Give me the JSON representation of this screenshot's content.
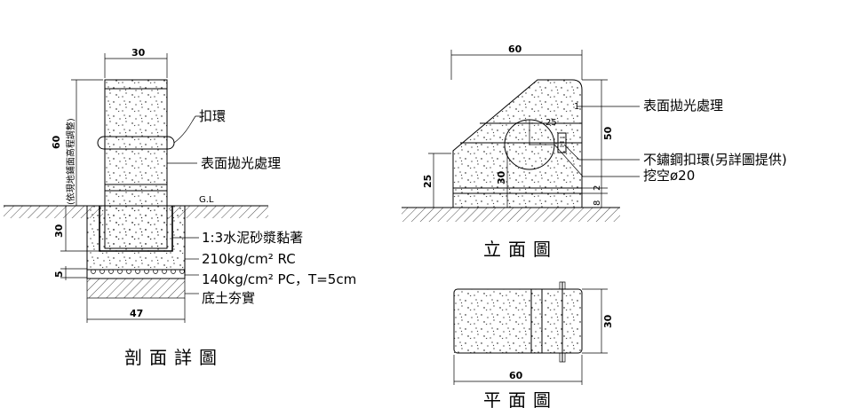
{
  "section": {
    "title": "剖面詳圖",
    "dim_top": "30",
    "dim_height": "60",
    "dim_height_note": "(依現地鋪面高程調整)",
    "dim_embed": "30",
    "dim_pc": "5",
    "dim_base": "47",
    "ground_label": "G.L",
    "ring_label": "扣環",
    "polish_label": "表面拋光處理",
    "mortar_label": "1:3水泥砂漿黏著",
    "rc_label": "210kg/cm² RC",
    "pc_label": "140kg/cm² PC，T=5cm",
    "base_label": "底土夯實"
  },
  "elevation": {
    "title": "立面圖",
    "dim_width": "60",
    "dim_height": "50",
    "dim_25": "25",
    "dim_30": "30",
    "dim_25_left": "25",
    "dim_8": "8",
    "dim_2": "2",
    "dim_1": "1",
    "polish_label": "表面拋光處理",
    "ring_label": "不鏽鋼扣環(另詳圖提供)",
    "hole_label": "挖空ø20"
  },
  "plan": {
    "title": "平面圖",
    "dim_width": "60",
    "dim_height": "30"
  }
}
